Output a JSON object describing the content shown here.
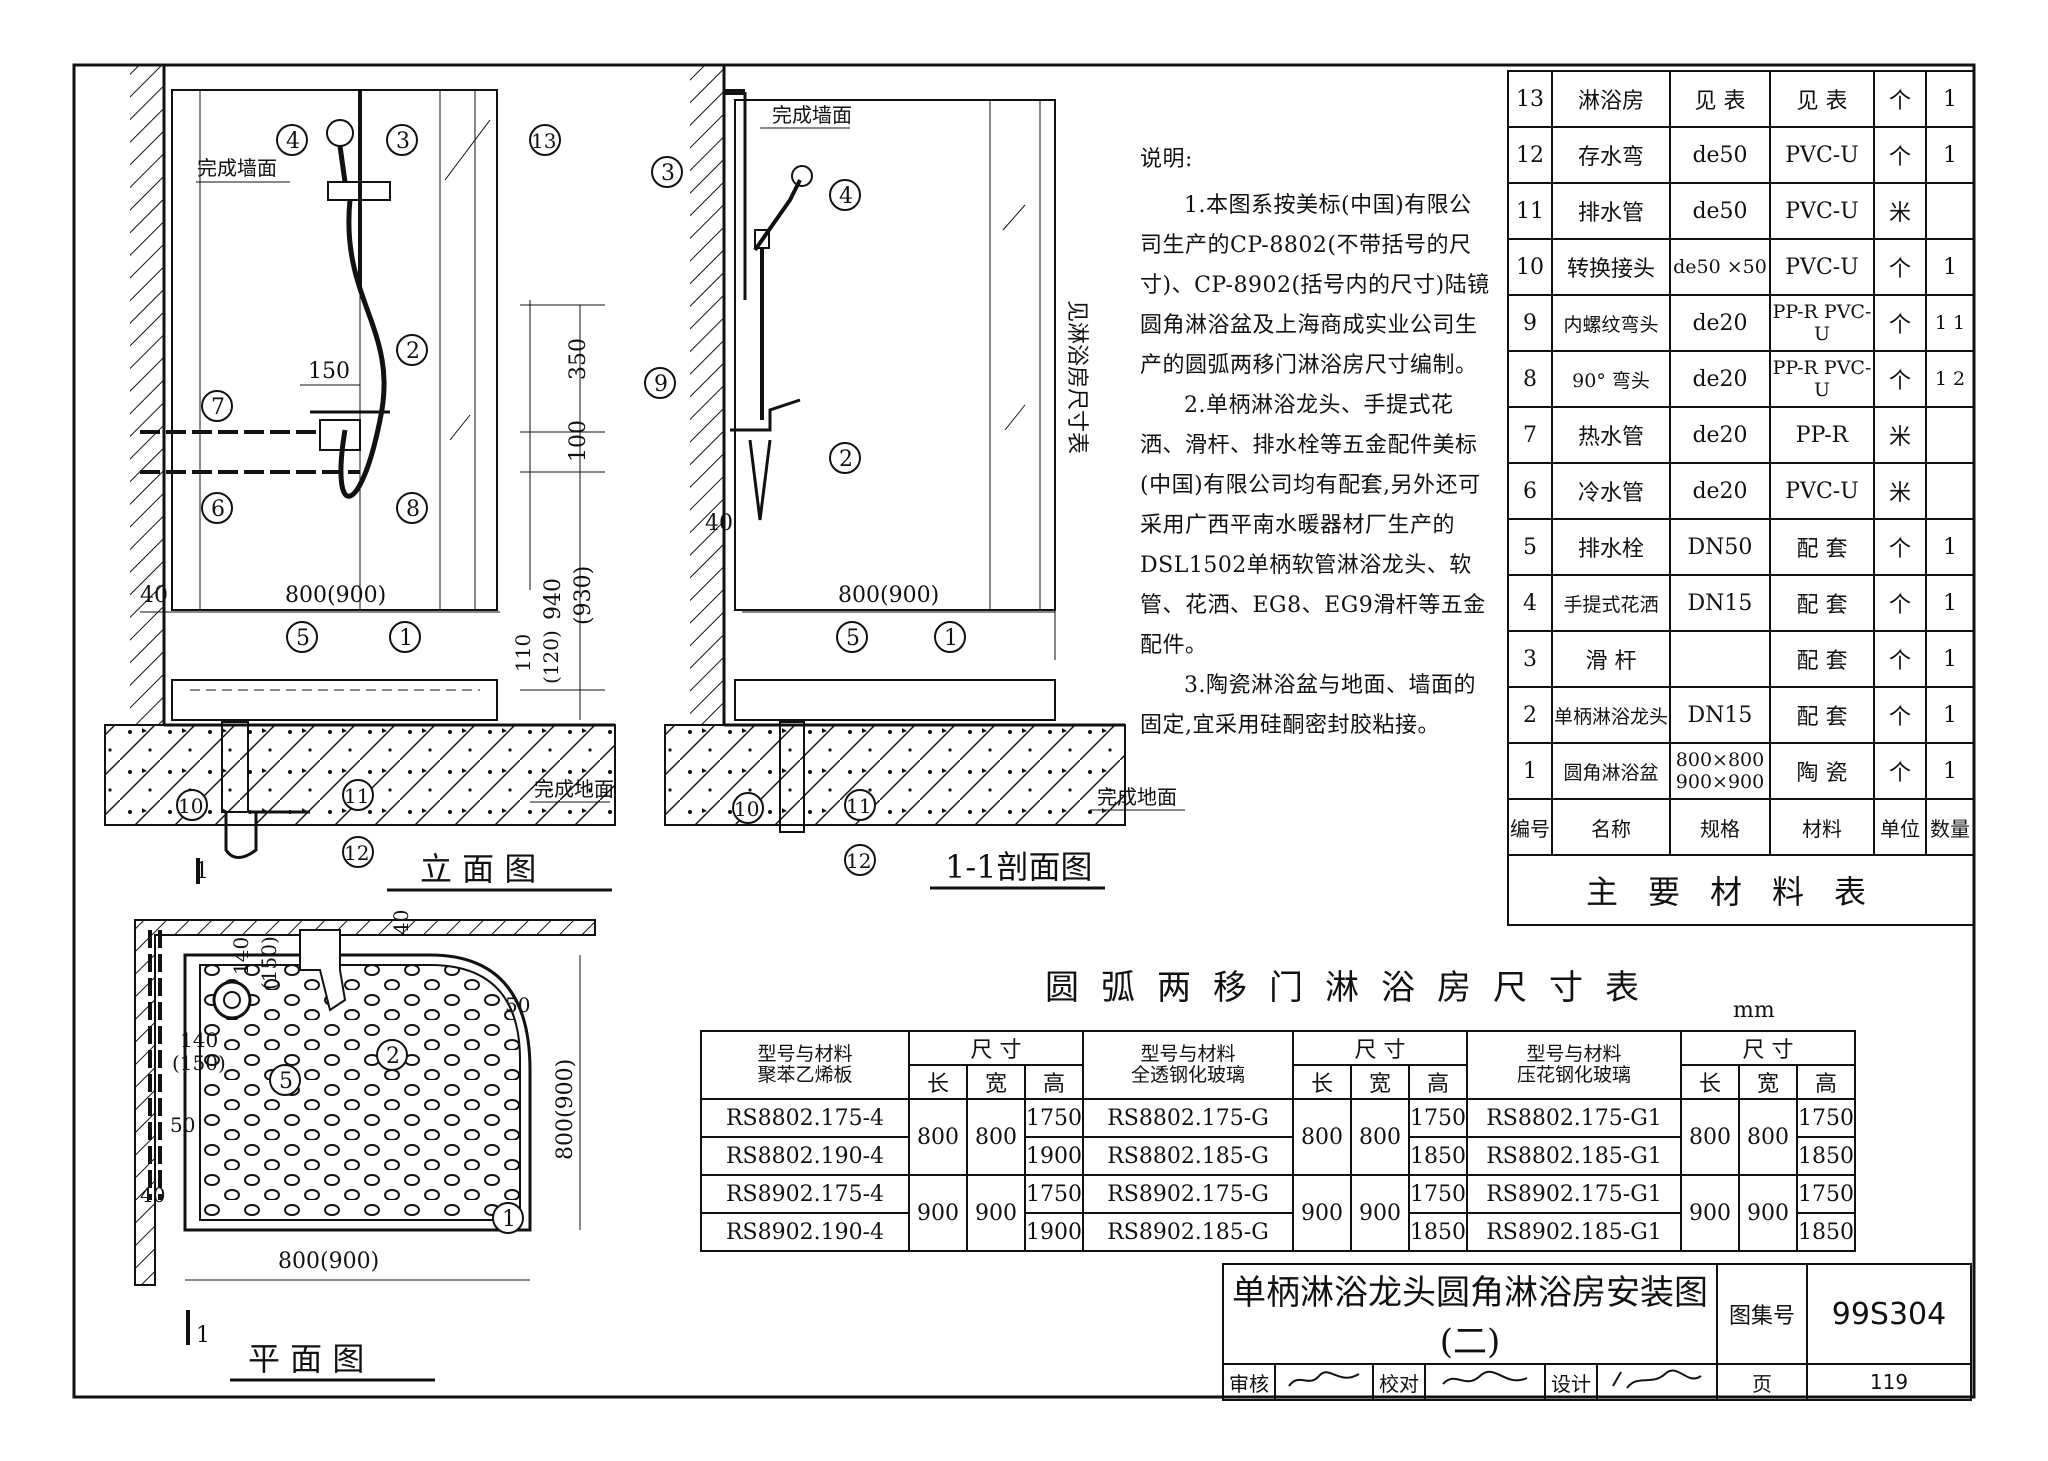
{
  "drawing": {
    "elev_title": "立 面 图",
    "sec_title": "1-1剖面图",
    "plan_title": "平 面 图",
    "finished_wall": "完成墙面",
    "finished_floor": "完成地面",
    "see_table": "见淋浴房尺寸表",
    "section_mark": "1",
    "dims": {
      "d150": "150",
      "d350": "350",
      "d100": "100",
      "d40": "40",
      "w800": "800(900)",
      "h940": "940",
      "h930": "(930)",
      "h110": "110",
      "h120": "(120)",
      "p140": "140",
      "p150": "(150)",
      "p50": "50"
    },
    "callouts": [
      "1",
      "2",
      "3",
      "4",
      "5",
      "6",
      "7",
      "8",
      "9",
      "10",
      "11",
      "12",
      "13"
    ]
  },
  "notes": {
    "heading": "说明:",
    "items": [
      "1.本图系按美标(中国)有限公司生产的CP-8802(不带括号的尺寸)、CP-8902(括号内的尺寸)陆镜圆角淋浴盆及上海商成实业公司生产的圆弧两移门淋浴房尺寸编制。",
      "2.单柄淋浴龙头、手提式花洒、滑杆、排水栓等五金配件美标(中国)有限公司均有配套,另外还可采用广西平南水暖器材厂生产的DSL1502单柄软管淋浴龙头、软管、花洒、EG8、EG9滑杆等五金配件。",
      "3.陶瓷淋浴盆与地面、墙面的固定,宜采用硅酮密封胶粘接。"
    ]
  },
  "materials": {
    "caption": "主要材料表",
    "header": [
      "编号",
      "名称",
      "规格",
      "材料",
      "单位",
      "数量"
    ],
    "rows": [
      [
        "13",
        "淋浴房",
        "见 表",
        "见 表",
        "个",
        "1"
      ],
      [
        "12",
        "存水弯",
        "de50",
        "PVC-U",
        "个",
        "1"
      ],
      [
        "11",
        "排水管",
        "de50",
        "PVC-U",
        "米",
        ""
      ],
      [
        "10",
        "转换接头",
        "de50 ×50",
        "PVC-U",
        "个",
        "1"
      ],
      [
        "9",
        "内螺纹弯头",
        "de20",
        "PP-R PVC-U",
        "个",
        "1 1"
      ],
      [
        "8",
        "90° 弯头",
        "de20",
        "PP-R PVC-U",
        "个",
        "1 2"
      ],
      [
        "7",
        "热水管",
        "de20",
        "PP-R",
        "米",
        ""
      ],
      [
        "6",
        "冷水管",
        "de20",
        "PVC-U",
        "米",
        ""
      ],
      [
        "5",
        "排水栓",
        "DN50",
        "配 套",
        "个",
        "1"
      ],
      [
        "4",
        "手提式花洒",
        "DN15",
        "配 套",
        "个",
        "1"
      ],
      [
        "3",
        "滑 杆",
        "",
        "配 套",
        "个",
        "1"
      ],
      [
        "2",
        "单柄淋浴龙头",
        "DN15",
        "配 套",
        "个",
        "1"
      ],
      [
        "1",
        "圆角淋浴盆",
        "800×800 900×900",
        "陶 瓷",
        "个",
        "1"
      ]
    ]
  },
  "size_table": {
    "title": "圆弧两移门淋浴房尺寸表",
    "unit": "mm",
    "col_model": "型号与材料",
    "dim_head": "尺 寸",
    "sub": [
      "长",
      "宽",
      "高"
    ],
    "groups": [
      {
        "material": "聚苯乙烯板",
        "models": [
          "RS8802.175-4",
          "RS8802.190-4",
          "RS8902.175-4",
          "RS8902.190-4"
        ],
        "lw": [
          "800",
          "800",
          "900",
          "900"
        ],
        "heights": [
          "1750",
          "1900",
          "1750",
          "1900"
        ]
      },
      {
        "material": "全透钢化玻璃",
        "models": [
          "RS8802.175-G",
          "RS8802.185-G",
          "RS8902.175-G",
          "RS8902.185-G"
        ],
        "lw": [
          "800",
          "800",
          "900",
          "900"
        ],
        "heights": [
          "1750",
          "1850",
          "1750",
          "1850"
        ]
      },
      {
        "material": "压花钢化玻璃",
        "models": [
          "RS8802.175-G1",
          "RS8802.185-G1",
          "RS8902.175-G1",
          "RS8902.185-G1"
        ],
        "lw": [
          "800",
          "800",
          "900",
          "900"
        ],
        "heights": [
          "1750",
          "1850",
          "1750",
          "1850"
        ]
      }
    ]
  },
  "title_block": {
    "title": "单柄淋浴龙头圆角淋浴房安装图(二)",
    "atlas_label": "图集号",
    "atlas_no": "99S304",
    "review": "审核",
    "check": "校对",
    "design": "设计",
    "page_label": "页",
    "page": "119"
  }
}
